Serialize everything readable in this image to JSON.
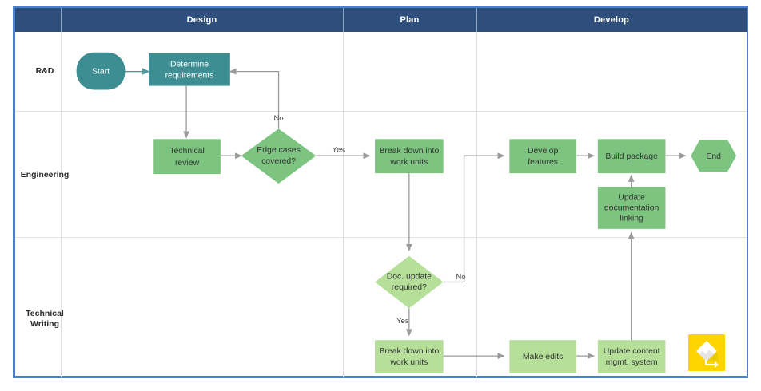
{
  "diagram": {
    "title": "Software release swimlane flowchart",
    "colors": {
      "header_band": "#2e4f7c",
      "frame_border": "#4a80d0",
      "teal_shape": "#3c8e92",
      "green_shape": "#7cc47f",
      "light_green_shape": "#b6e09a",
      "connector": "#9a9a9a",
      "logo_background": "#ffd400"
    },
    "columns": [
      {
        "id": "lane-col",
        "label": ""
      },
      {
        "id": "design",
        "label": "Design"
      },
      {
        "id": "plan",
        "label": "Plan"
      },
      {
        "id": "develop",
        "label": "Develop"
      }
    ],
    "lanes": [
      {
        "id": "rnd",
        "label": "R&D"
      },
      {
        "id": "engineering",
        "label": "Engineering"
      },
      {
        "id": "technical-writing",
        "label": "Technical\nWriting"
      }
    ],
    "nodes": [
      {
        "id": "start",
        "label": "Start",
        "shape": "rounded",
        "lane": "rnd",
        "column": "design",
        "fill": "#3c8e92",
        "text_color": "#ffffff"
      },
      {
        "id": "determine",
        "label": "Determine\nrequirements",
        "shape": "rect",
        "lane": "rnd",
        "column": "design",
        "fill": "#3c8e92",
        "text_color": "#ffffff"
      },
      {
        "id": "tech-review",
        "label": "Technical\nreview",
        "shape": "rect",
        "lane": "engineering",
        "column": "design",
        "fill": "#7cc47f",
        "text_color": "#333333"
      },
      {
        "id": "edge-cases",
        "label": "Edge cases\ncovered?",
        "shape": "diamond",
        "lane": "engineering",
        "column": "design",
        "fill": "#7cc47f",
        "text_color": "#333333"
      },
      {
        "id": "breakdown-eng",
        "label": "Break down into\nwork units",
        "shape": "rect",
        "lane": "engineering",
        "column": "plan",
        "fill": "#7cc47f",
        "text_color": "#333333"
      },
      {
        "id": "develop-features",
        "label": "Develop\nfeatures",
        "shape": "rect",
        "lane": "engineering",
        "column": "develop",
        "fill": "#7cc47f",
        "text_color": "#333333"
      },
      {
        "id": "build-package",
        "label": "Build package",
        "shape": "rect",
        "lane": "engineering",
        "column": "develop",
        "fill": "#7cc47f",
        "text_color": "#333333"
      },
      {
        "id": "end",
        "label": "End",
        "shape": "hexagon",
        "lane": "engineering",
        "column": "develop",
        "fill": "#7cc47f",
        "text_color": "#333333"
      },
      {
        "id": "update-doc-link",
        "label": "Update\ndocumentation\nlinking",
        "shape": "rect",
        "lane": "engineering",
        "column": "develop",
        "fill": "#7cc47f",
        "text_color": "#333333"
      },
      {
        "id": "doc-update-req",
        "label": "Doc. update\nrequired?",
        "shape": "diamond",
        "lane": "technical-writing",
        "column": "plan",
        "fill": "#b6e09a",
        "text_color": "#333333"
      },
      {
        "id": "breakdown-tw",
        "label": "Break down into\nwork units",
        "shape": "rect",
        "lane": "technical-writing",
        "column": "plan",
        "fill": "#b6e09a",
        "text_color": "#333333"
      },
      {
        "id": "make-edits",
        "label": "Make edits",
        "shape": "rect",
        "lane": "technical-writing",
        "column": "develop",
        "fill": "#b6e09a",
        "text_color": "#333333"
      },
      {
        "id": "update-cms",
        "label": "Update content\nmgmt. system",
        "shape": "rect",
        "lane": "technical-writing",
        "column": "develop",
        "fill": "#b6e09a",
        "text_color": "#333333"
      }
    ],
    "edges": [
      {
        "from": "start",
        "to": "determine",
        "label": ""
      },
      {
        "from": "determine",
        "to": "tech-review",
        "label": ""
      },
      {
        "from": "tech-review",
        "to": "edge-cases",
        "label": ""
      },
      {
        "from": "edge-cases",
        "to": "determine",
        "label": "No"
      },
      {
        "from": "edge-cases",
        "to": "breakdown-eng",
        "label": "Yes"
      },
      {
        "from": "breakdown-eng",
        "to": "doc-update-req",
        "label": ""
      },
      {
        "from": "doc-update-req",
        "to": "develop-features",
        "label": "No"
      },
      {
        "from": "doc-update-req",
        "to": "breakdown-tw",
        "label": "Yes"
      },
      {
        "from": "develop-features",
        "to": "build-package",
        "label": ""
      },
      {
        "from": "build-package",
        "to": "end",
        "label": ""
      },
      {
        "from": "update-doc-link",
        "to": "build-package",
        "label": ""
      },
      {
        "from": "breakdown-tw",
        "to": "make-edits",
        "label": ""
      },
      {
        "from": "make-edits",
        "to": "update-cms",
        "label": ""
      },
      {
        "from": "update-cms",
        "to": "update-doc-link",
        "label": ""
      }
    ],
    "edge_labels": {
      "no_edge_cases": "No",
      "yes_edge_cases": "Yes",
      "no_doc_update": "No",
      "yes_doc_update": "Yes"
    },
    "node_labels": {
      "start": "Start",
      "determine_l1": "Determine",
      "determine_l2": "requirements",
      "tech_review_l1": "Technical",
      "tech_review_l2": "review",
      "edge_cases_l1": "Edge cases",
      "edge_cases_l2": "covered?",
      "breakdown_eng_l1": "Break down into",
      "breakdown_eng_l2": "work units",
      "develop_features_l1": "Develop",
      "develop_features_l2": "features",
      "build_package": "Build package",
      "end": "End",
      "update_doc_l1": "Update",
      "update_doc_l2": "documentation",
      "update_doc_l3": "linking",
      "doc_update_l1": "Doc. update",
      "doc_update_l2": "required?",
      "breakdown_tw_l1": "Break down into",
      "breakdown_tw_l2": "work units",
      "make_edits": "Make edits",
      "update_cms_l1": "Update content",
      "update_cms_l2": "mgmt. system"
    },
    "lane_labels": {
      "rnd": "R&D",
      "engineering": "Engineering",
      "technical_writing_l1": "Technical",
      "technical_writing_l2": "Writing"
    },
    "column_labels": {
      "design": "Design",
      "plan": "Plan",
      "develop": "Develop"
    },
    "watermark": {
      "name": "lucidchart-logo",
      "background": "#ffd400"
    }
  }
}
